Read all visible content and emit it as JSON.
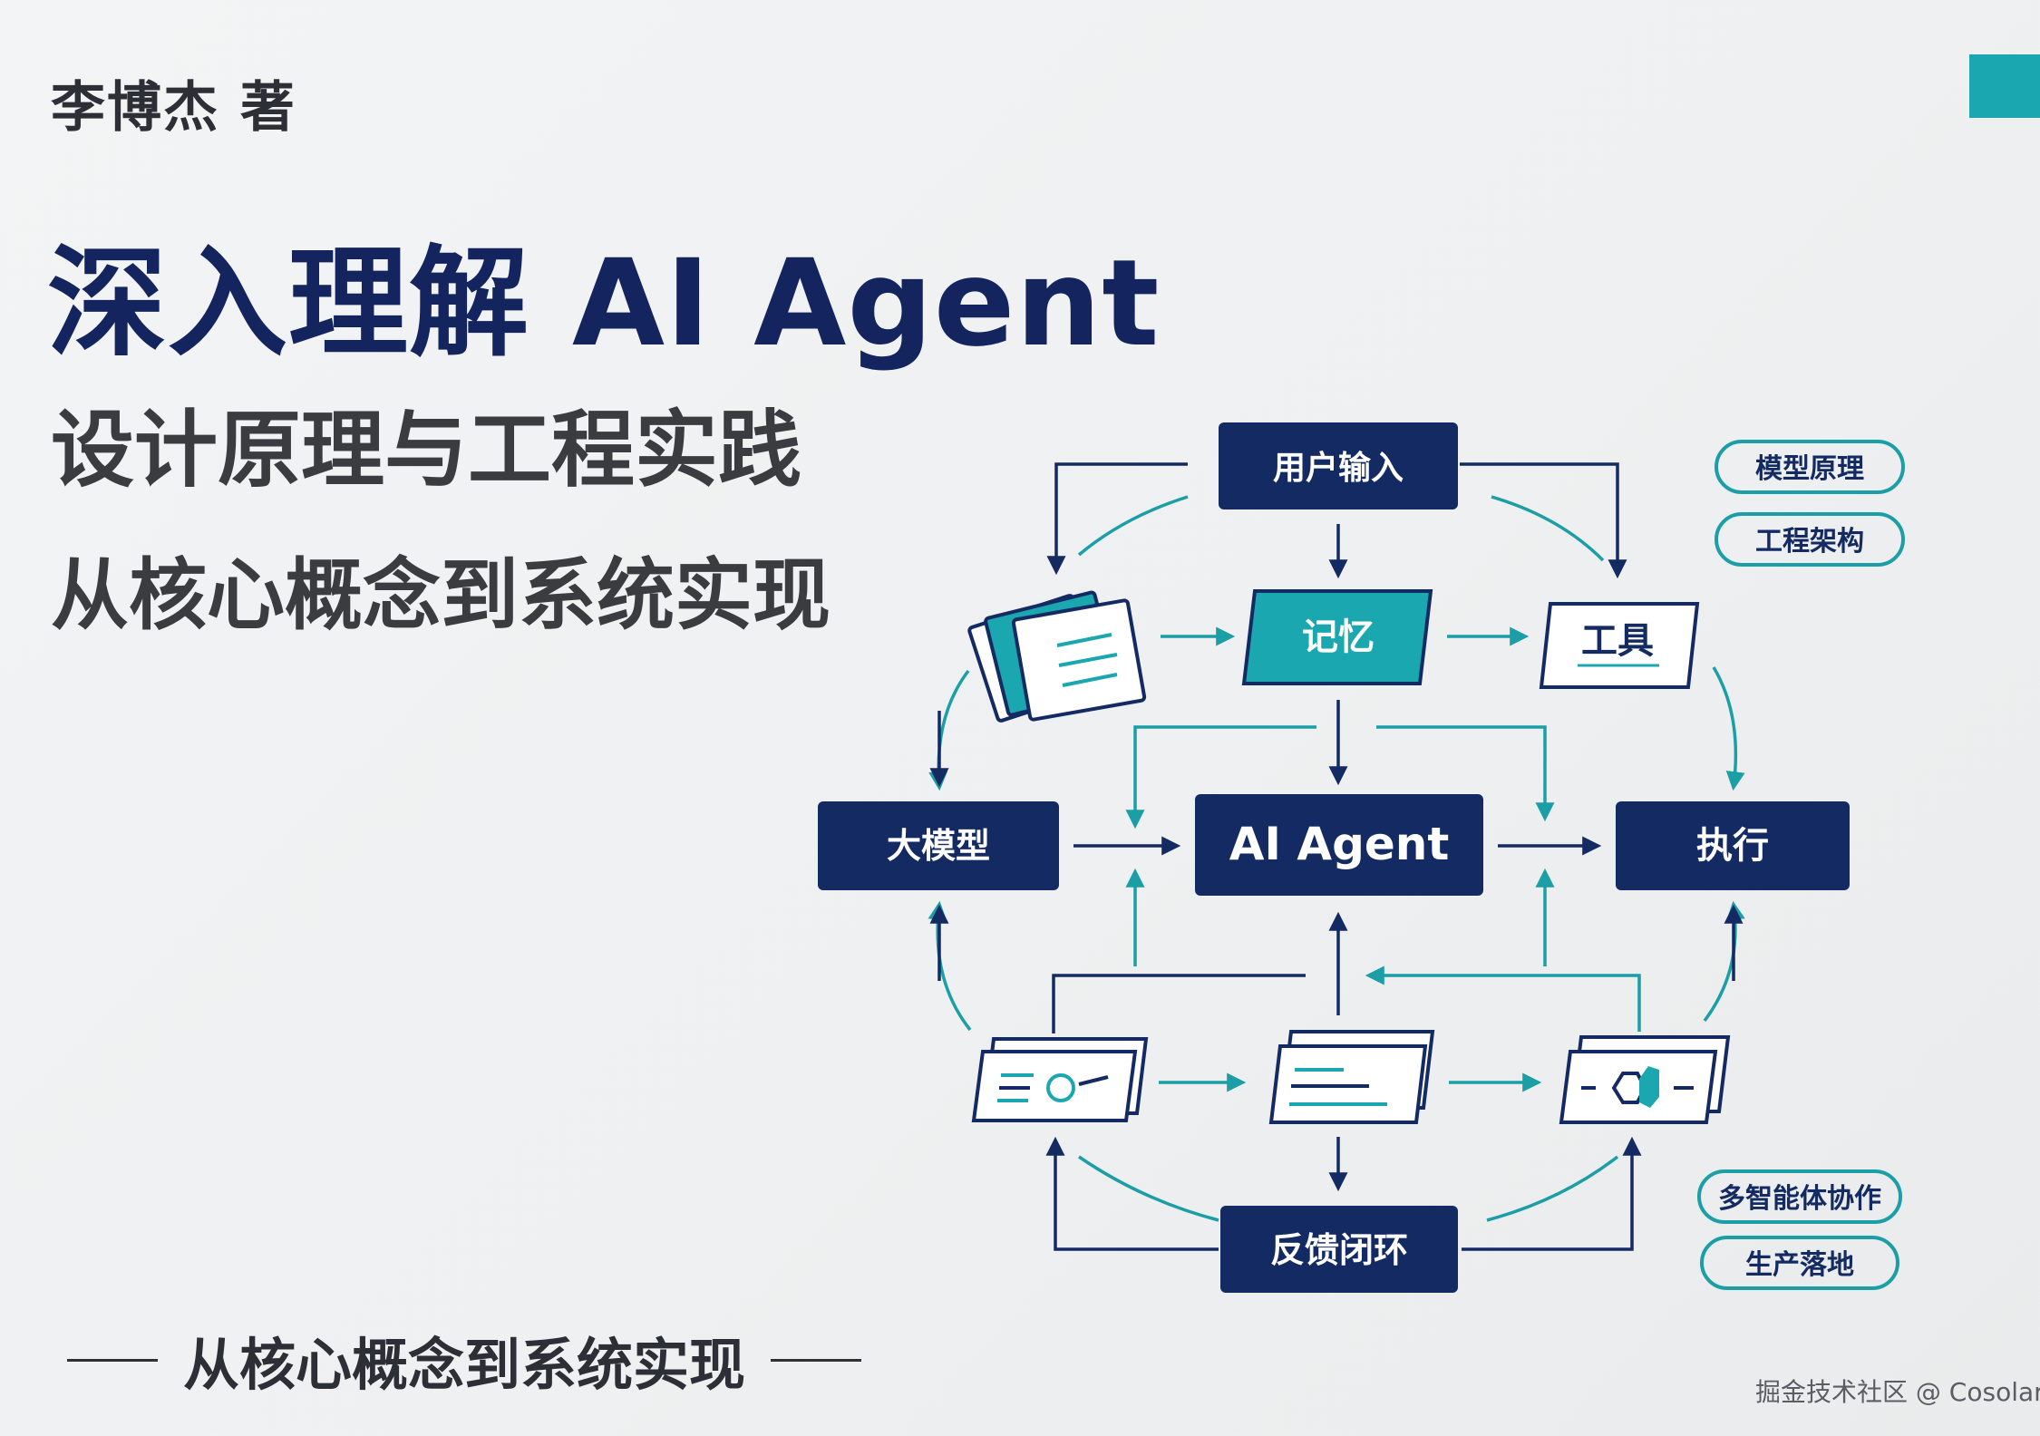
{
  "author": "李博杰 著",
  "title": "深入理解 AI Agent",
  "subtitle1": "设计原理与工程实践",
  "subtitle2": "从核心概念到系统实现",
  "footer_text": "从核心概念到系统实现",
  "watermark": "掘金技术社区 @ Cosolar",
  "diagram": {
    "top": "用户输入",
    "memory": "记忆",
    "tool": "工具",
    "center": "AI Agent",
    "left": "大模型",
    "right": "执行",
    "bottom": "反馈闭环"
  },
  "tags": [
    "模型原理",
    "工程架构",
    "多智能体协作",
    "生产落地"
  ],
  "colors": {
    "navy": "#142a63",
    "teal": "#1ba7b0",
    "text": "#2c2f36"
  }
}
